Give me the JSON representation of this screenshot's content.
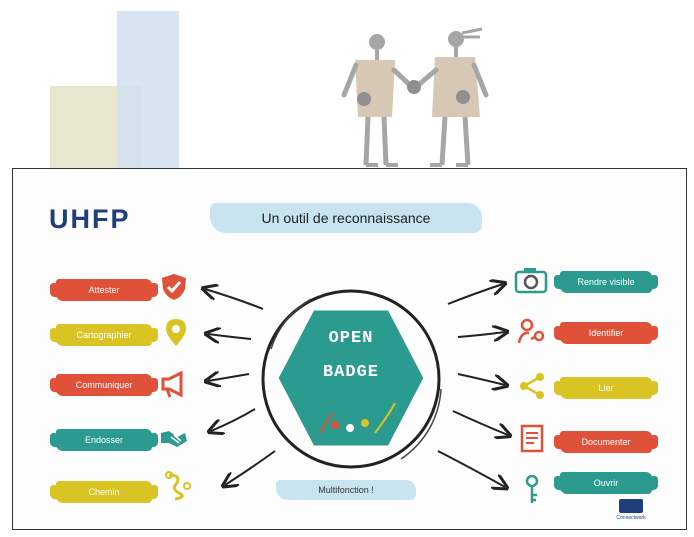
{
  "title": "Un outil de reconnaissance",
  "logo_text": "UHFP",
  "badge": {
    "line1": "OPEN",
    "line2": "BADGE"
  },
  "center_caption": "Multifonction !",
  "left_labels": [
    "Attester",
    "Cartographier",
    "Communiquer",
    "Endosser",
    "Chemin"
  ],
  "right_labels": [
    "Rendre visible",
    "Identifier",
    "Lier",
    "Documenter",
    "Ouvrir"
  ],
  "footer_logo": "Connectwork",
  "colors": {
    "red": "#e0513a",
    "yellow": "#d9c424",
    "teal": "#2b9b8f",
    "banner": "#c7e4ef",
    "beige": "#e8e6cf",
    "lightblue": "#cfe1ee",
    "figure_gray": "#a6a6a6",
    "figure_body": "#d6c8b4"
  },
  "icons": {
    "left": [
      "shield-check-icon",
      "location-pin-icon",
      "megaphone-icon",
      "handshake-icon",
      "path-icon"
    ],
    "right": [
      "camera-icon",
      "people-icon",
      "share-icon",
      "document-icon",
      "key-icon"
    ]
  }
}
